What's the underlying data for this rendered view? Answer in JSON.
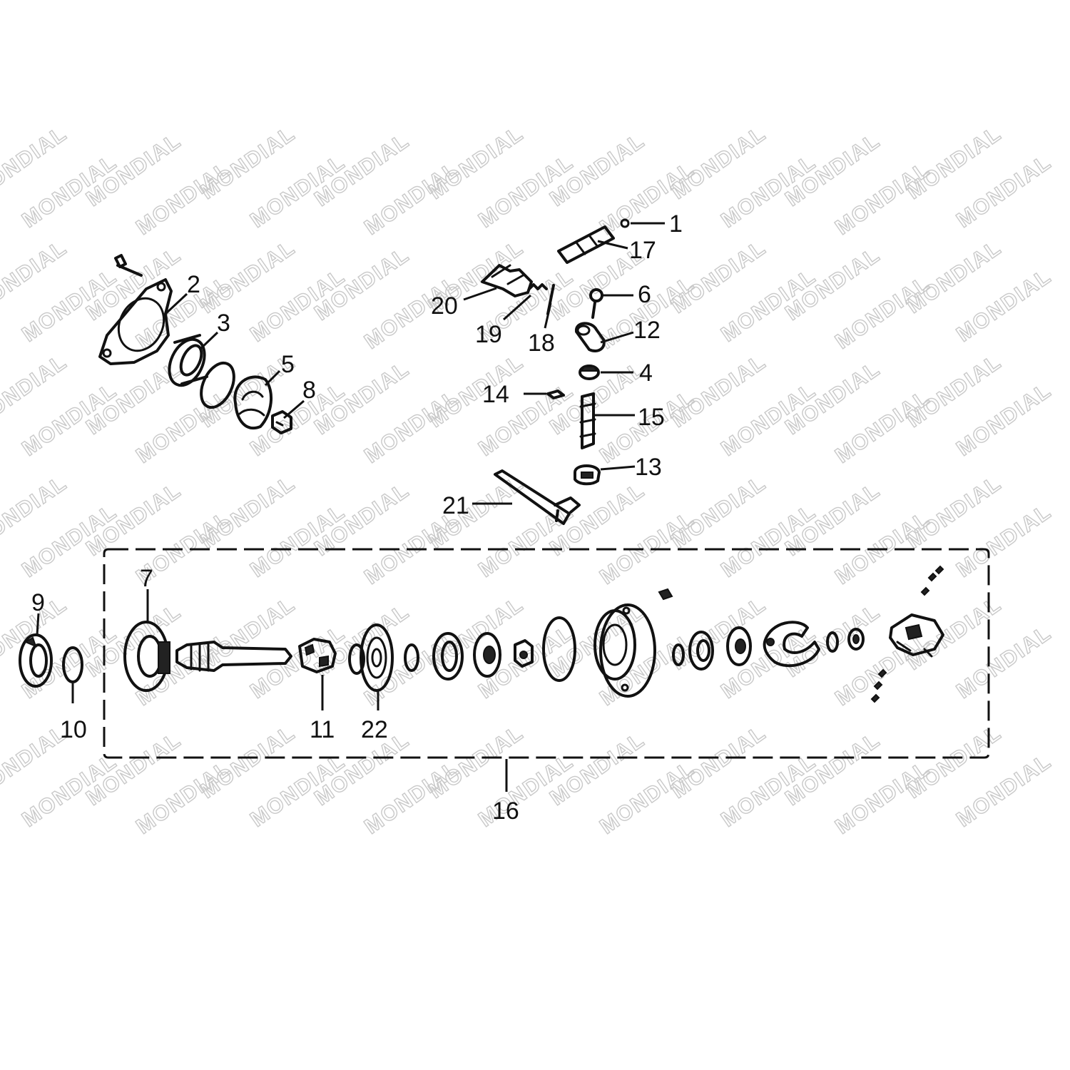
{
  "watermark": "MONDIAL",
  "frame_label": "16",
  "callouts": [
    {
      "id": "1",
      "text": "1"
    },
    {
      "id": "2",
      "text": "2"
    },
    {
      "id": "3",
      "text": "3"
    },
    {
      "id": "4",
      "text": "4"
    },
    {
      "id": "5",
      "text": "5"
    },
    {
      "id": "6",
      "text": "6"
    },
    {
      "id": "7",
      "text": "7"
    },
    {
      "id": "8",
      "text": "8"
    },
    {
      "id": "9",
      "text": "9"
    },
    {
      "id": "10",
      "text": "10"
    },
    {
      "id": "11",
      "text": "11"
    },
    {
      "id": "12",
      "text": "12"
    },
    {
      "id": "13",
      "text": "13"
    },
    {
      "id": "14",
      "text": "14"
    },
    {
      "id": "15",
      "text": "15"
    },
    {
      "id": "17",
      "text": "17"
    },
    {
      "id": "18",
      "text": "18"
    },
    {
      "id": "19",
      "text": "19"
    },
    {
      "id": "20",
      "text": "20"
    },
    {
      "id": "21",
      "text": "21"
    },
    {
      "id": "22",
      "text": "22"
    }
  ]
}
